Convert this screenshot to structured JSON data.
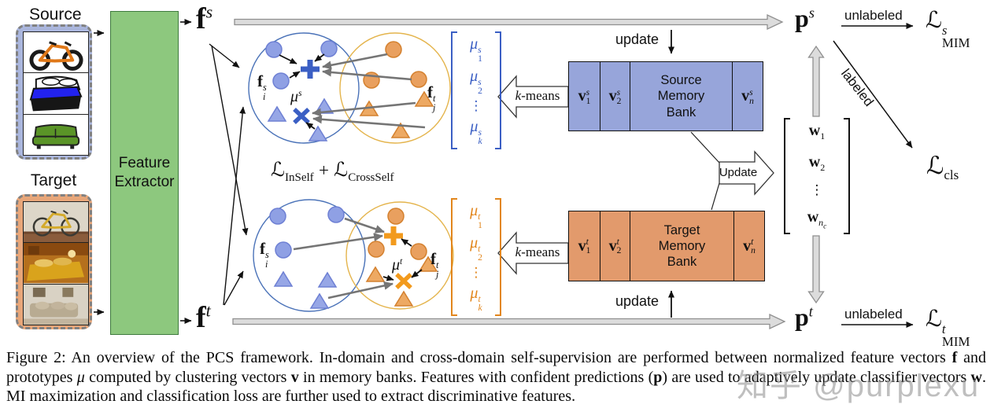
{
  "figure": {
    "source_label": "Source",
    "target_label": "Target",
    "source_images": [
      "mountain-bike-clipart",
      "bed-clipart",
      "couch-clipart"
    ],
    "target_images": [
      "road-bike-photo",
      "bedroom-photo",
      "living-room-photo"
    ],
    "feature_extractor_label": "Feature Extractor",
    "f_s": {
      "base": "f",
      "sup": "s"
    },
    "f_t": {
      "base": "f",
      "sup": "t"
    },
    "p_s": {
      "base": "p",
      "sup": "s"
    },
    "p_t": {
      "base": "p",
      "sup": "t"
    },
    "f_i_s": {
      "base": "f",
      "sup": "s",
      "sub": "i"
    },
    "f_j_t": {
      "base": "f",
      "sup": "t",
      "sub": "j"
    },
    "mu_s": {
      "base": "μ",
      "sup": "s"
    },
    "mu_t": {
      "base": "μ",
      "sup": "t"
    },
    "loss_self": {
      "l1": "ℒ",
      "sub1": "InSelf",
      "plus": "+",
      "l2": "ℒ",
      "sub2": "CrossSelf"
    },
    "mu_vec_s": [
      {
        "base": "μ",
        "sub": "1",
        "sup": "s"
      },
      {
        "base": "μ",
        "sub": "2",
        "sup": "s"
      },
      {
        "dots": "⋮"
      },
      {
        "base": "μ",
        "sub": "k",
        "sup": "s"
      }
    ],
    "mu_vec_t": [
      {
        "base": "μ",
        "sub": "1",
        "sup": "t"
      },
      {
        "base": "μ",
        "sub": "2",
        "sup": "t"
      },
      {
        "dots": "⋮"
      },
      {
        "base": "μ",
        "sub": "k",
        "sup": "t"
      }
    ],
    "kmeans_top": {
      "k": "k",
      "rest": "-means"
    },
    "kmeans_bottom": {
      "k": "k",
      "rest": "-means"
    },
    "update_top": "update",
    "update_mid": "Update",
    "update_bottom": "update",
    "source_bank": {
      "v1": {
        "base": "v",
        "sub": "1",
        "sup": "s"
      },
      "v2": {
        "base": "v",
        "sub": "2",
        "sup": "s"
      },
      "name": "Source Memory Bank",
      "vn": {
        "base": "v",
        "sub": "n",
        "sup": "s"
      }
    },
    "target_bank": {
      "v1": {
        "base": "v",
        "sub": "1",
        "sup": "t"
      },
      "v2": {
        "base": "v",
        "sub": "2",
        "sup": "t"
      },
      "name": "Target Memory Bank",
      "vn": {
        "base": "v",
        "sub": "n",
        "sup": "t"
      }
    },
    "w_vec": [
      {
        "base": "w",
        "sub": "1"
      },
      {
        "base": "w",
        "sub": "2"
      },
      {
        "dots": "⋮"
      },
      {
        "base": "w",
        "sub": "n",
        "subsub": "c"
      }
    ],
    "unlabeled_top": "unlabeled",
    "unlabeled_bottom": "unlabeled",
    "labeled": "labeled",
    "loss_mim_s": {
      "l": "ℒ",
      "sup": "s",
      "sub": "MIM"
    },
    "loss_mim_t": {
      "l": "ℒ",
      "sup": "t",
      "sub": "MIM"
    },
    "loss_cls": {
      "l": "ℒ",
      "sub": "cls"
    }
  },
  "caption": {
    "segments": [
      {
        "text": "Figure 2: An overview of the PCS framework. In-domain and cross-domain self-supervision are performed between normalized feature vectors ",
        "style": "normal"
      },
      {
        "text": "f",
        "style": "bold"
      },
      {
        "text": " and prototypes ",
        "style": "normal"
      },
      {
        "text": "μ",
        "style": "italic"
      },
      {
        "text": " computed by clustering vectors ",
        "style": "normal"
      },
      {
        "text": "v",
        "style": "bold"
      },
      {
        "text": " in memory banks.  Features with confident predictions (",
        "style": "normal"
      },
      {
        "text": "p",
        "style": "bold"
      },
      {
        "text": ") are used to adaptively update classifier vectors ",
        "style": "normal"
      },
      {
        "text": "w",
        "style": "bold"
      },
      {
        "text": ".  MI maximization and classification loss are further used to extract discriminative features.",
        "style": "normal"
      }
    ]
  },
  "watermark": "知乎 @purplexu",
  "colors": {
    "source_blue_fill": "#aab6dd",
    "bank_blue_fill": "#97a5da",
    "target_orange_fill": "#e8a679",
    "bank_orange_fill": "#e29a6c",
    "prototype_blue": "#3b5fc4",
    "prototype_orange": "#f29a1d",
    "cluster_blue_stroke": "#4a72b8",
    "cluster_orange_stroke": "#e4b44c",
    "extractor_green": "#8dc87e",
    "gray_arrow_fill": "#dcdcdc"
  }
}
